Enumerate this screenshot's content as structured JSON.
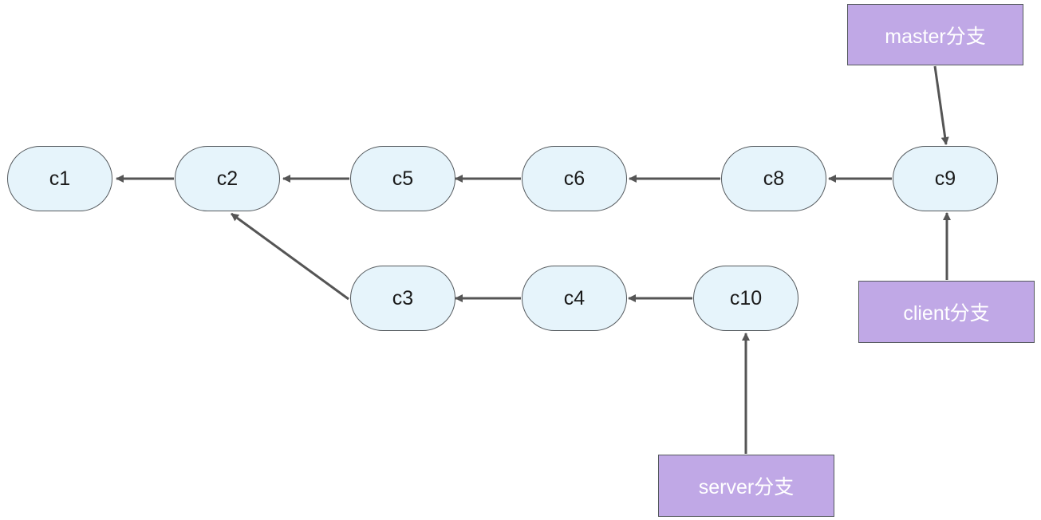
{
  "commits": {
    "c1": "c1",
    "c2": "c2",
    "c3": "c3",
    "c4": "c4",
    "c5": "c5",
    "c6": "c6",
    "c8": "c8",
    "c9": "c9",
    "c10": "c10"
  },
  "branches": {
    "master": "master分支",
    "client": "client分支",
    "server": "server分支"
  },
  "edges": [
    {
      "from": "c2",
      "to": "c1"
    },
    {
      "from": "c5",
      "to": "c2"
    },
    {
      "from": "c6",
      "to": "c5"
    },
    {
      "from": "c8",
      "to": "c6"
    },
    {
      "from": "c9",
      "to": "c8"
    },
    {
      "from": "c3",
      "to": "c2"
    },
    {
      "from": "c4",
      "to": "c3"
    },
    {
      "from": "c10",
      "to": "c4"
    },
    {
      "from": "master",
      "to": "c9"
    },
    {
      "from": "client",
      "to": "c9"
    },
    {
      "from": "server",
      "to": "c10"
    }
  ],
  "colors": {
    "commit_fill": "#e6f4fb",
    "branch_fill": "#c0a8e6",
    "stroke": "#555a5e",
    "arrow": "#555555"
  }
}
